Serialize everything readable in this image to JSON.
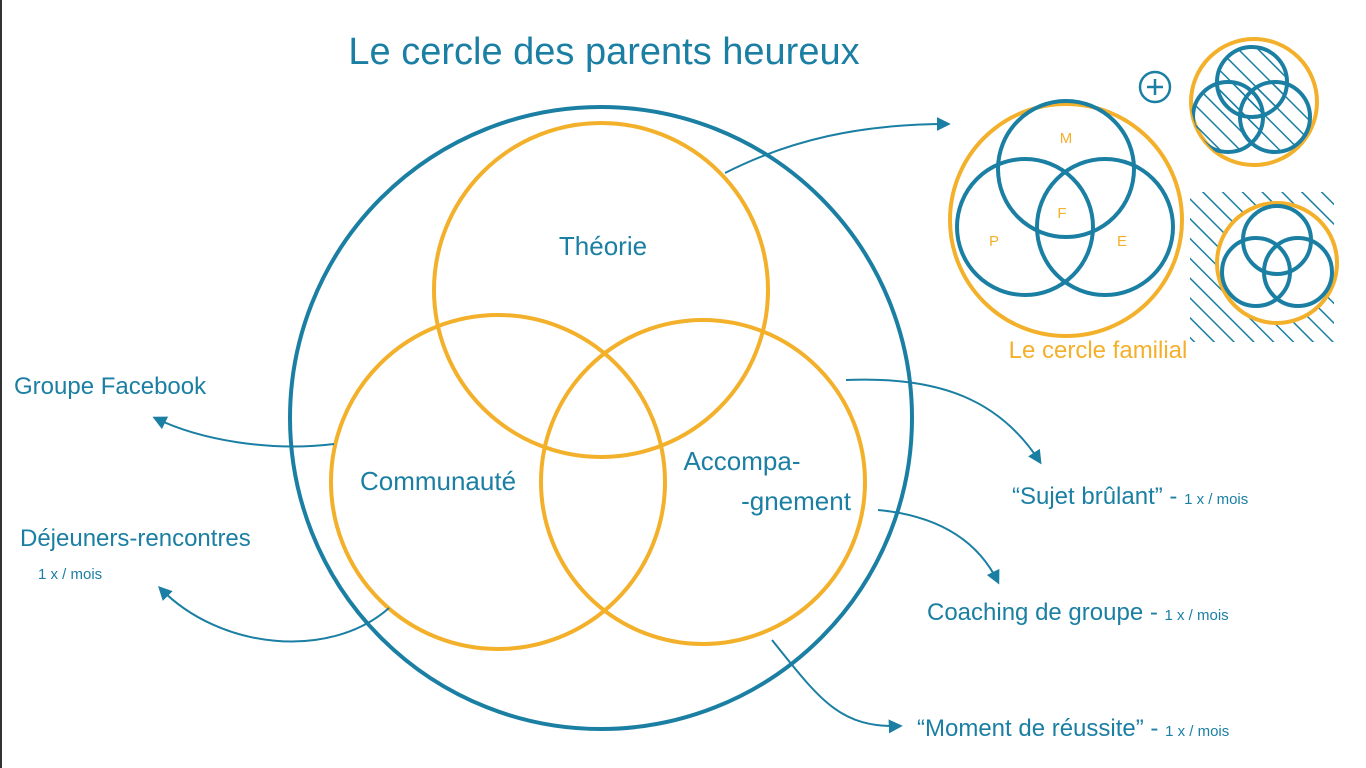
{
  "title": "Le cercle des parents heureux",
  "venn": {
    "top": "Théorie",
    "left": "Communauté",
    "right_line1": "Accompa-",
    "right_line2": "-gnement"
  },
  "family": {
    "label": "Le cercle familial",
    "m": "M",
    "f": "F",
    "p": "P",
    "e": "E",
    "plus_icon": "plus-circle-icon"
  },
  "left_items": {
    "facebook": "Groupe Facebook",
    "dejeuners": "Déjeuners-rencontres",
    "dejeuners_freq": "1 x / mois"
  },
  "right_items": [
    {
      "label": "“Sujet brûlant” - ",
      "freq": "1 x / mois"
    },
    {
      "label": "Coaching de groupe - ",
      "freq": "1 x / mois"
    },
    {
      "label": "“Moment de réussite” - ",
      "freq": "1 x / mois"
    }
  ],
  "colors": {
    "blue": "#1b7fa3",
    "gold": "#f3b02a"
  }
}
